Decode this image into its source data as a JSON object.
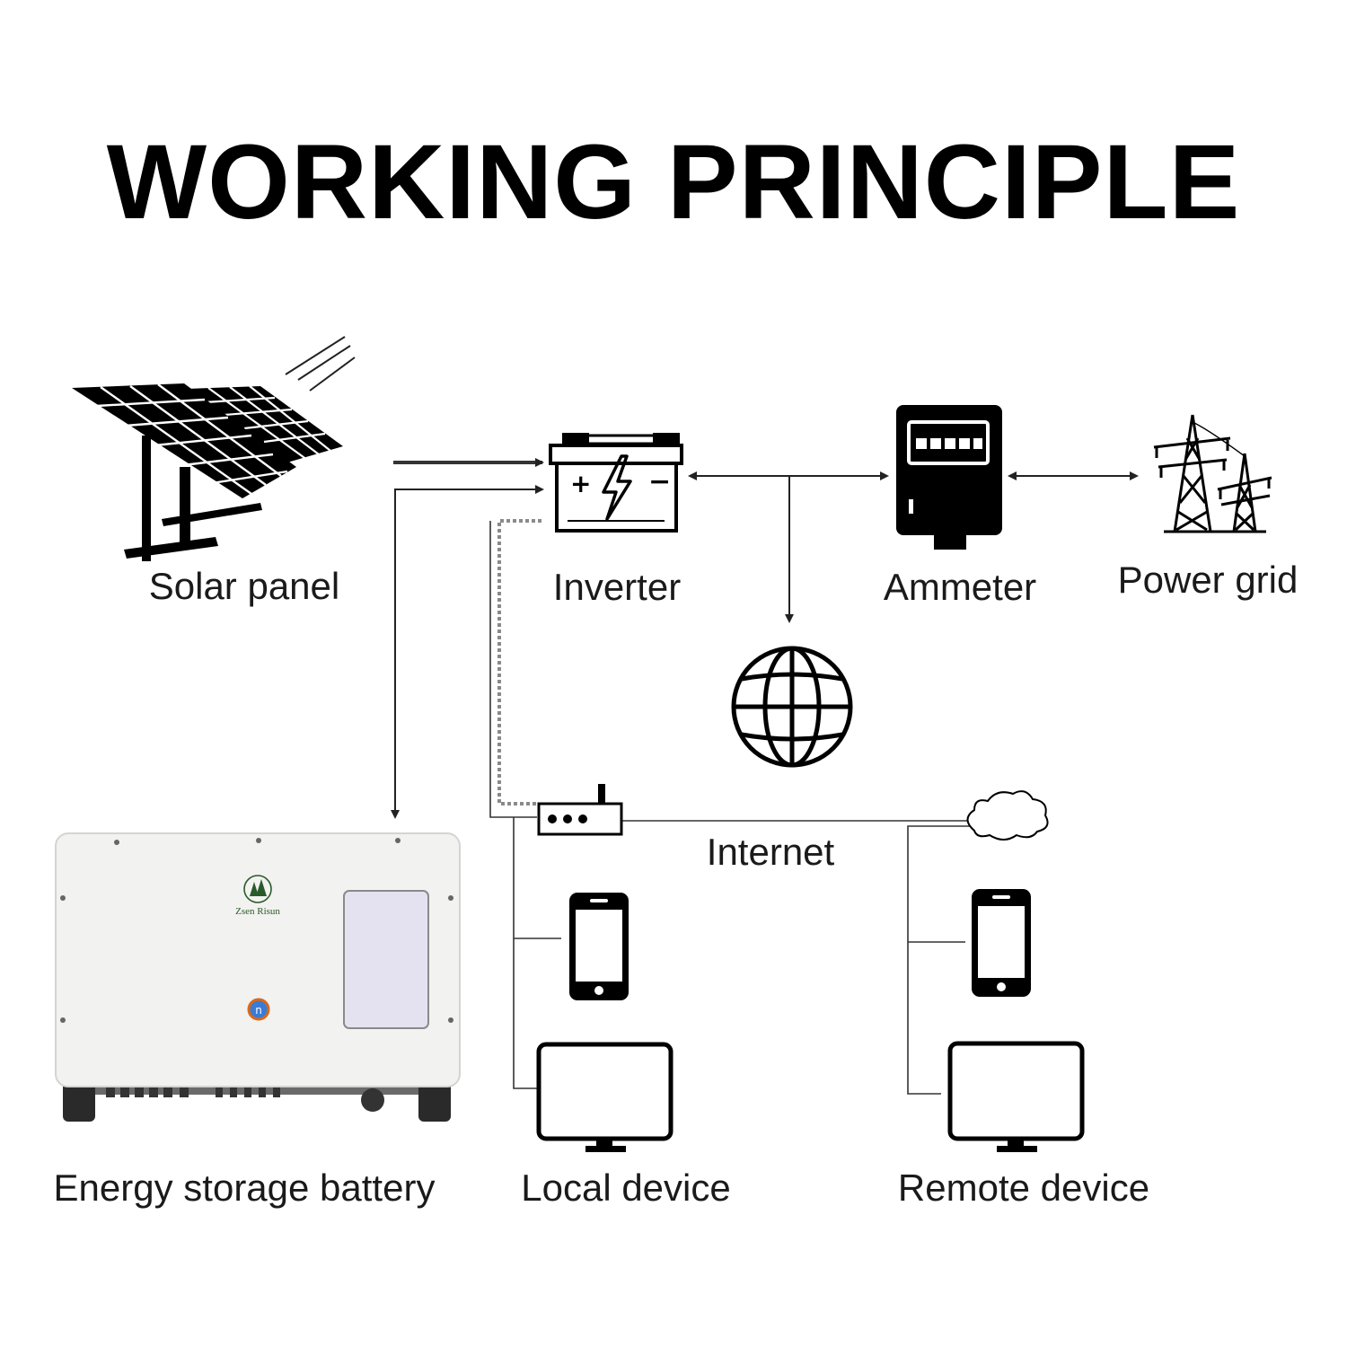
{
  "title": "WORKING PRINCIPLE",
  "labels": {
    "solar_panel": "Solar panel",
    "inverter": "Inverter",
    "ammeter": "Ammeter",
    "power_grid": "Power grid",
    "internet": "Internet",
    "energy_storage": "Energy storage battery",
    "local_device": "Local device",
    "remote_device": "Remote device"
  },
  "brand": "Zsen Risun",
  "icons": [
    "solar-panel-icon",
    "inverter-battery-icon",
    "ammeter-icon",
    "power-tower-icon",
    "globe-icon",
    "router-icon",
    "cloud-icon",
    "smartphone-icon",
    "monitor-icon",
    "energy-storage-unit"
  ],
  "colors": {
    "line": "#222222",
    "icon": "#000000",
    "cabinet": "#f2f2f0",
    "window": "#e4e2f0",
    "brand_green": "#2a5a2a",
    "button_ring": "#d96a1a"
  }
}
